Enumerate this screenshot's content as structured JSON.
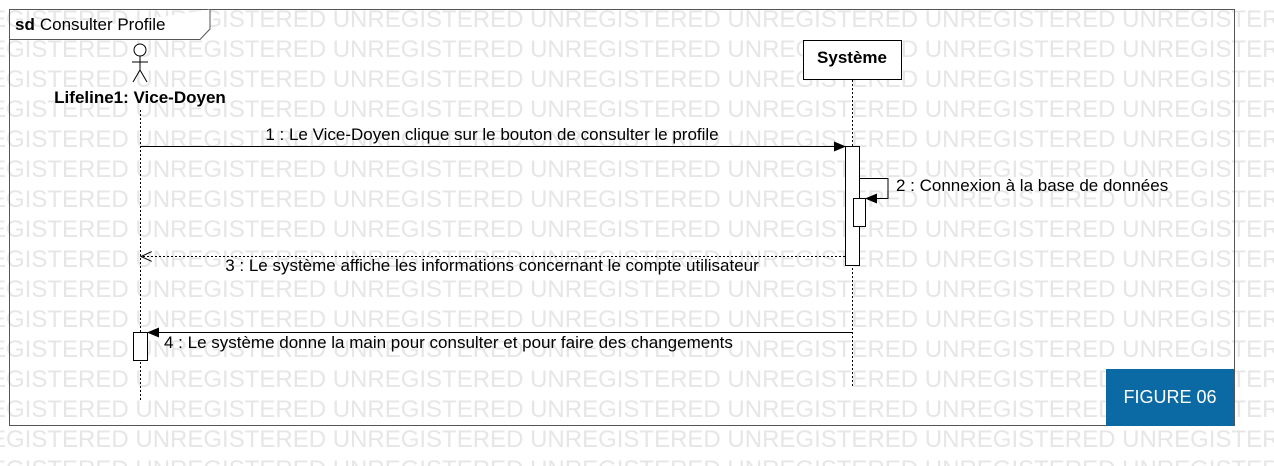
{
  "watermark_text": "UNREGISTERED",
  "frame": {
    "keyword": "sd",
    "title": "Consulter Profile"
  },
  "lifelines": [
    {
      "label": "Lifeline1: Vice-Doyen",
      "kind": "actor"
    },
    {
      "label": "Système",
      "kind": "box"
    }
  ],
  "messages": [
    {
      "label": "1 : Le Vice-Doyen clique sur le bouton de consulter le profile"
    },
    {
      "label": "2 : Connexion à la base de données"
    },
    {
      "label": "3 : Le système affiche les informations concernant le compte utilisateur"
    },
    {
      "label": "4 : Le système donne la main pour consulter et pour faire des changements"
    }
  ],
  "figure_label": "FIGURE 06",
  "colors": {
    "badge": "#0b6aa4",
    "watermark": "#e6e6e6",
    "line": "#000000"
  }
}
